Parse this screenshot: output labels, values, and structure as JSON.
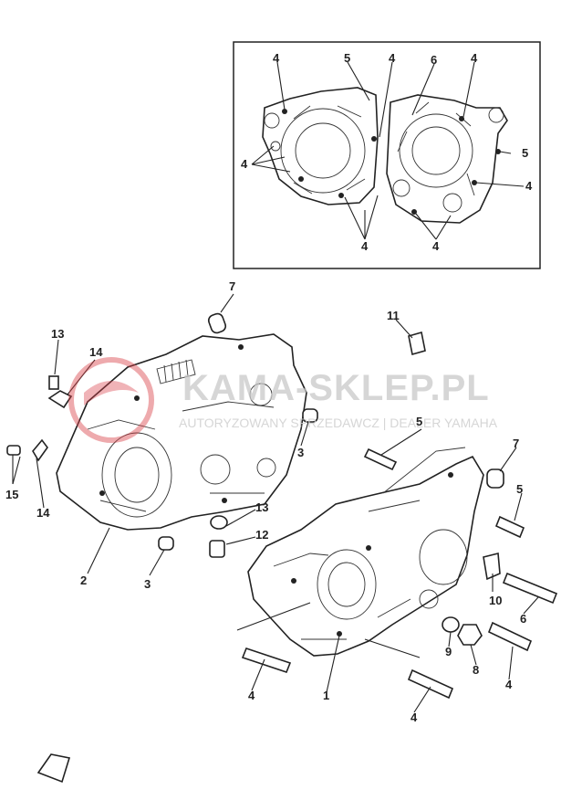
{
  "watermark": {
    "brand": "KAMA-SKLEP.PL",
    "tagline": "AUTORYZOWANY SPRZEDAWCZ | DEALER YAMAHA",
    "accent": "#d9424a"
  },
  "callouts": {
    "inset_4_tl": "4",
    "inset_5_top": "5",
    "inset_4_top": "4",
    "inset_6": "6",
    "inset_4_tr": "4",
    "inset_4_left": "4",
    "inset_5_right": "5",
    "inset_4_right": "4",
    "inset_4_bl": "4",
    "inset_4_br": "4",
    "p7_left": "7",
    "p13_top": "13",
    "p14_top": "14",
    "p15": "15",
    "p14_bottom": "14",
    "p2": "2",
    "p3_lower": "3",
    "p3_right": "3",
    "p13_mid": "13",
    "p12": "12",
    "p11": "11",
    "p5_mid": "5",
    "p7_right": "7",
    "p5_right": "5",
    "p10": "10",
    "p6": "6",
    "p9": "9",
    "p8": "8",
    "p4_right": "4",
    "p1": "1",
    "p4_bottom_left": "4",
    "p4_bottom": "4"
  }
}
